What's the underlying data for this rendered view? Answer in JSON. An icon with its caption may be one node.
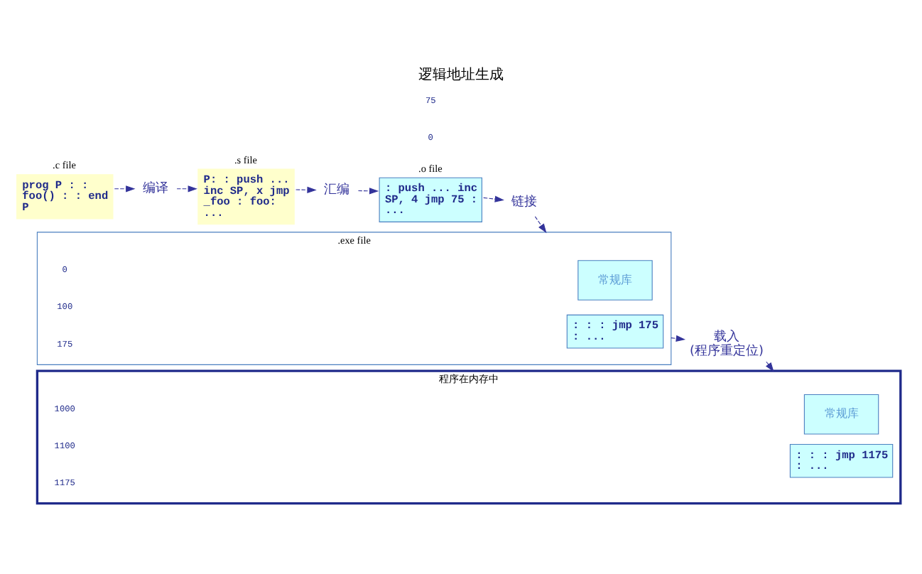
{
  "diagram": {
    "title": "逻辑地址生成",
    "nodes": [
      {
        "text": [
          ".c file",
          "prog P : : foo() : : end P"
        ]
      },
      {
        "text": [
          ".s file",
          "P: : push ... inc SP, x jmp _foo : foo: ..."
        ]
      },
      {
        "text": [
          ".o file",
          ": push ... inc SP, 4 jmp 75 : ..."
        ]
      },
      {
        "text": [
          ".exe file"
        ]
      },
      {
        "text": [
          "常规库"
        ],
        "in": 3
      },
      {
        "text": [
          ": : : jmp 175 : ..."
        ],
        "in": 3
      },
      {
        "text": [
          "程序在内存中"
        ]
      },
      {
        "text": [
          "常规库"
        ],
        "in": 6
      },
      {
        "text": [
          ": : : jmp 1175 : ..."
        ],
        "in": 6
      },
      {
        "text": [
          "编译"
        ]
      },
      {
        "text": [
          "汇编"
        ]
      },
      {
        "text": [
          "链接"
        ]
      },
      {
        "text": [
          "载入",
          "(程序重定位)"
        ]
      }
    ],
    "edges": [
      {
        "from": 0,
        "to": 9,
        "arrow": "to",
        "style": "dashed"
      },
      {
        "from": 9,
        "to": 1,
        "arrow": "to",
        "style": "dashed"
      },
      {
        "from": 1,
        "to": 10,
        "arrow": "to",
        "style": "dashed"
      },
      {
        "from": 10,
        "to": 2,
        "arrow": "to",
        "style": "dashed"
      },
      {
        "from": 2,
        "to": 11,
        "arrow": "to",
        "style": "dashed"
      },
      {
        "from": 11,
        "to": 3,
        "arrow": "to",
        "style": "dashed"
      },
      {
        "from": 3,
        "to": 12,
        "arrow": "to",
        "style": "dashed"
      },
      {
        "from": 12,
        "to": 6,
        "arrow": "to",
        "style": "dashed"
      }
    ],
    "labels": [
      "0",
      "75",
      "0",
      "100",
      "175",
      "1000",
      "1100",
      "1175"
    ]
  }
}
